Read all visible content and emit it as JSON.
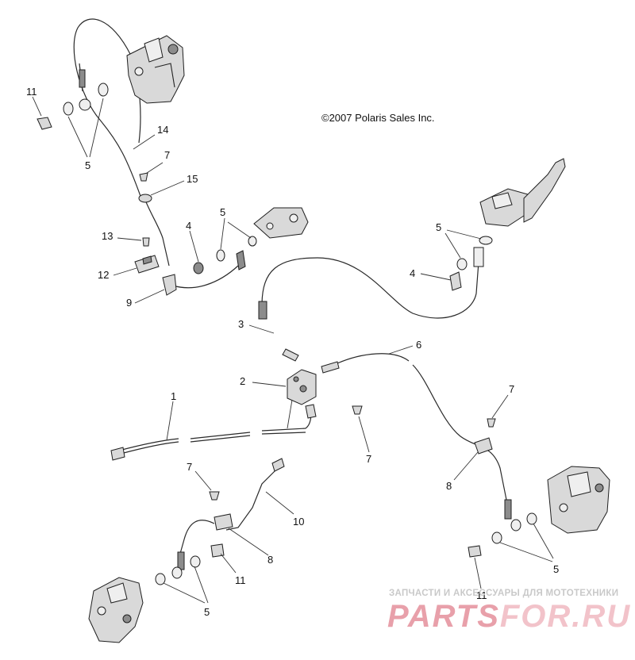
{
  "copyright": "©2007 Polaris Sales Inc.",
  "callouts": [
    {
      "id": "c11a",
      "text": "11"
    },
    {
      "id": "c5a",
      "text": "5"
    },
    {
      "id": "c14",
      "text": "14"
    },
    {
      "id": "c7a",
      "text": "7"
    },
    {
      "id": "c15",
      "text": "15"
    },
    {
      "id": "c13",
      "text": "13"
    },
    {
      "id": "c12",
      "text": "12"
    },
    {
      "id": "c9",
      "text": "9"
    },
    {
      "id": "c4a",
      "text": "4"
    },
    {
      "id": "c5b",
      "text": "5"
    },
    {
      "id": "c5c",
      "text": "5"
    },
    {
      "id": "c4b",
      "text": "4"
    },
    {
      "id": "c3",
      "text": "3"
    },
    {
      "id": "c6",
      "text": "6"
    },
    {
      "id": "c2",
      "text": "2"
    },
    {
      "id": "c7b",
      "text": "7"
    },
    {
      "id": "c1",
      "text": "1"
    },
    {
      "id": "c7c",
      "text": "7"
    },
    {
      "id": "c8a",
      "text": "8"
    },
    {
      "id": "c7d",
      "text": "7"
    },
    {
      "id": "c10",
      "text": "10"
    },
    {
      "id": "c8b",
      "text": "8"
    },
    {
      "id": "c11b",
      "text": "11"
    },
    {
      "id": "c5d",
      "text": "5"
    },
    {
      "id": "c11c",
      "text": "11"
    },
    {
      "id": "c5e",
      "text": "5"
    }
  ],
  "watermark": {
    "tagline": "ЗАПЧАСТИ И АКСЕССУАРЫ ДЛЯ МОТОТЕХНИКИ",
    "brand_a": "PARTS",
    "brand_b": "FOR.RU",
    "color_main": "#e8a0aa",
    "color_accent": "#f2c3ca"
  }
}
